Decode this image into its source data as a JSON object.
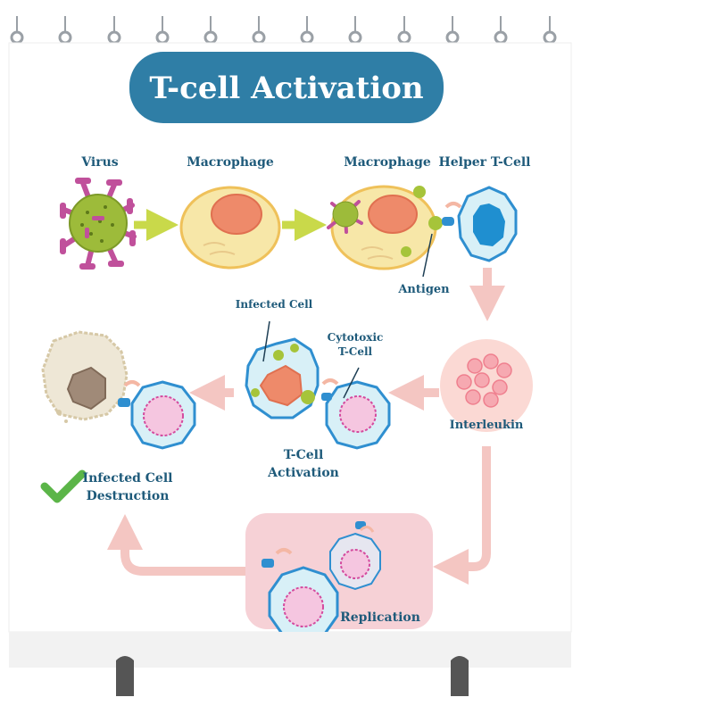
{
  "title": "T-cell Activation",
  "labels": {
    "virus": "Virus",
    "macrophage_1": "Macrophage",
    "macrophage_2": "Macrophage",
    "helper_t_cell": "Helper T-Cell",
    "antigen": "Antigen",
    "infected_cell": "Infected Cell",
    "cytotoxic_line1": "Cytotoxic",
    "cytotoxic_line2": "T-Cell",
    "interleukin": "Interleukin",
    "t_cell_activation_line1": "T-Cell",
    "t_cell_activation_line2": "Activation",
    "destruction_line1": "Infected Cell",
    "destruction_line2": "Destruction",
    "replication": "Replication"
  },
  "colors": {
    "title_bg": "#2f7ea6",
    "label_text": "#1e5a7a",
    "arrow_green": "#c9d94a",
    "arrow_pink": "#f4c6c2",
    "macrophage_fill": "#f7e7a8",
    "macrophage_nucleus": "#ee8a6a",
    "virus_body": "#9dbb3a",
    "spike": "#c0509b",
    "t_cell_fill": "#d8f0f7",
    "t_cell_nucleus": "#1f8fd0",
    "cytotoxic_nucleus": "#f5c6e0",
    "interleukin_bg": "#fbd9d4",
    "replication_bg": "#f6d1d6",
    "check": "#5bb548"
  }
}
